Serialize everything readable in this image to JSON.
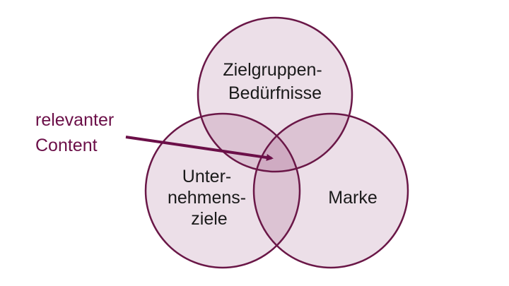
{
  "diagram": {
    "colors": {
      "circle_fill": "#ecdfe8",
      "overlap_fill": "#dcc3d3",
      "center_fill": "#cfabc2",
      "stroke": "#6a1747",
      "callout": "#6b0f48"
    },
    "circles": {
      "top": {
        "lines": [
          "Zielgruppen-",
          "Bedürfnisse"
        ]
      },
      "left": {
        "lines": [
          "Unter-",
          "nehmens-",
          "ziele"
        ]
      },
      "right": {
        "lines": [
          "Marke"
        ]
      }
    },
    "callout": {
      "lines": [
        "relevanter",
        "Content"
      ]
    }
  }
}
